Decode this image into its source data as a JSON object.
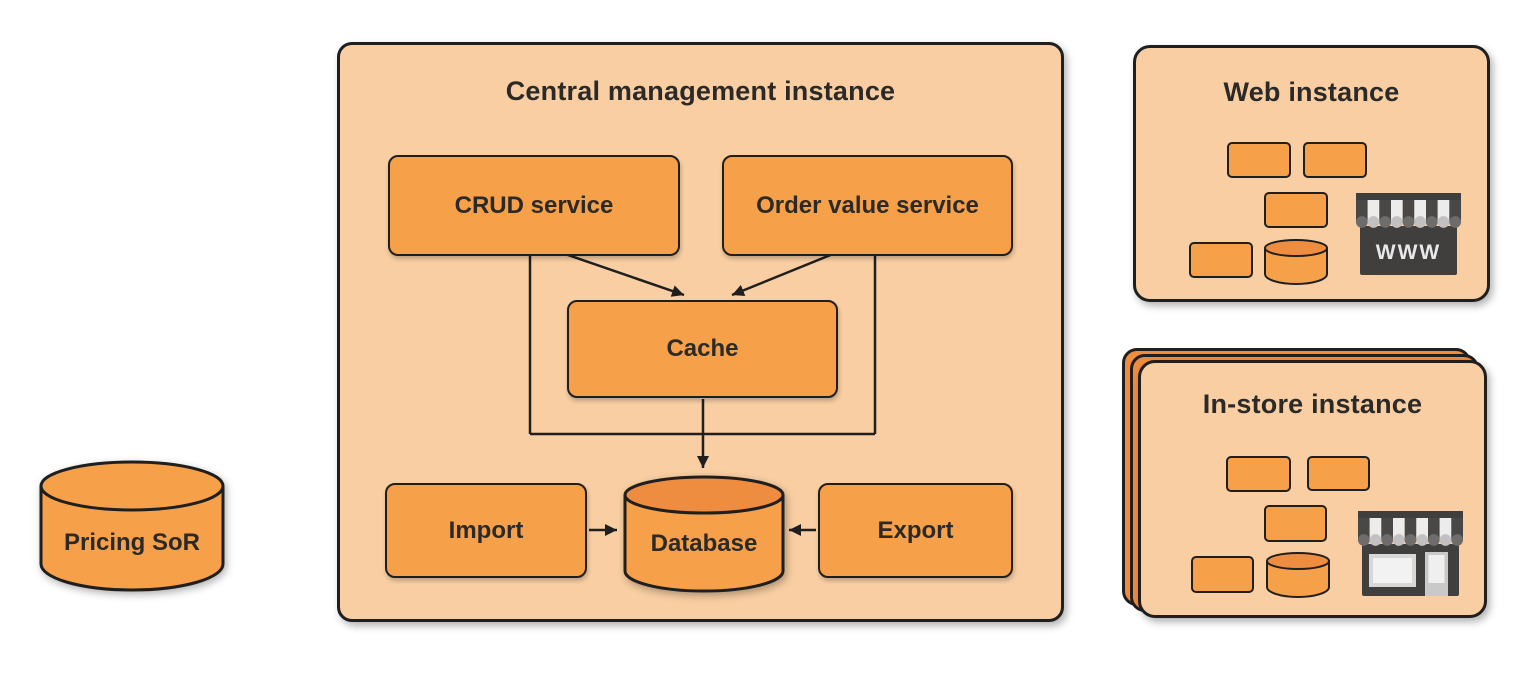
{
  "colors": {
    "page_bg": "#ffffff",
    "peach": "#F8CEA2",
    "orange": "#F7A04A",
    "orange_dark": "#EE8C3F",
    "outline": "#1F1F1F",
    "ink": "#2B2A28",
    "icon_dark": "#413E3E",
    "stripe_dark": "#4A4747",
    "stripe_light": "#ECECEC",
    "scallop_dark": "#6F6C6C",
    "scallop_light": "#C2C0C0",
    "store_text": "#E8E8E8",
    "window_frame": "#D8D8D8",
    "window_pane": "#F2F2F2",
    "door": "#C9C9C9",
    "door_inner": "#EFEFEF"
  },
  "pricing": {
    "label": "Pricing SoR"
  },
  "central": {
    "title": "Central management instance",
    "crud_label": "CRUD service",
    "order_label": "Order value service",
    "cache_label": "Cache",
    "import_label": "Import",
    "database_label": "Database",
    "export_label": "Export"
  },
  "web": {
    "title": "Web instance",
    "storefront_label": "WWW"
  },
  "instore": {
    "title": "In-store instance"
  },
  "icons": {
    "pricing_cylinder": "database-cylinder-icon",
    "central_database": "database-cylinder-icon",
    "web_storefront": "www-storefront-icon",
    "instore_storefront": "shop-storefront-icon",
    "small_cylinders": "database-cylinder-icon"
  }
}
